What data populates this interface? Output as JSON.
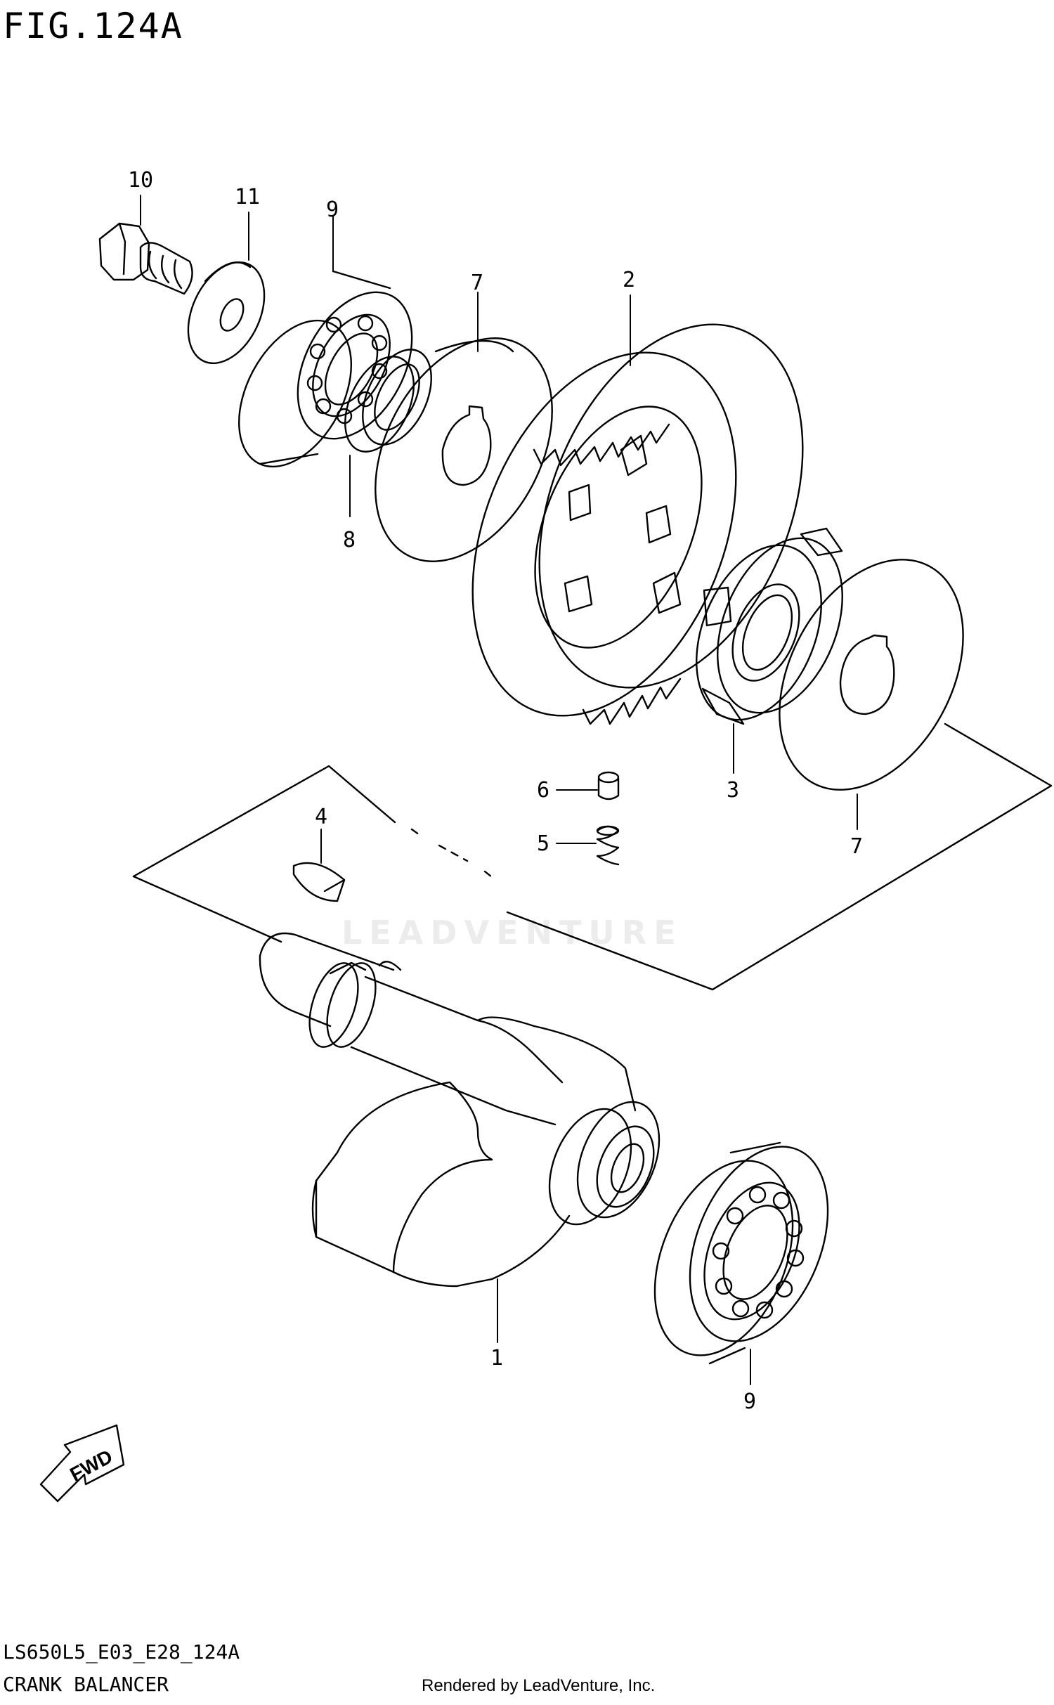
{
  "figure": {
    "title": "FIG.124A",
    "code": "LS650L5_E03_E28_124A",
    "name": "CRANK BALANCER",
    "credit": "Rendered by LeadVenture, Inc.",
    "watermark": "LEADVENTURE",
    "fwd_label": "FWD"
  },
  "callouts": {
    "c10": "10",
    "c11": "11",
    "c9a": "9",
    "c7a": "7",
    "c2": "2",
    "c8": "8",
    "c6": "6",
    "c5": "5",
    "c3": "3",
    "c7b": "7",
    "c4": "4",
    "c1": "1",
    "c9b": "9"
  },
  "colors": {
    "line": "#000000",
    "watermark": "#ececec"
  }
}
